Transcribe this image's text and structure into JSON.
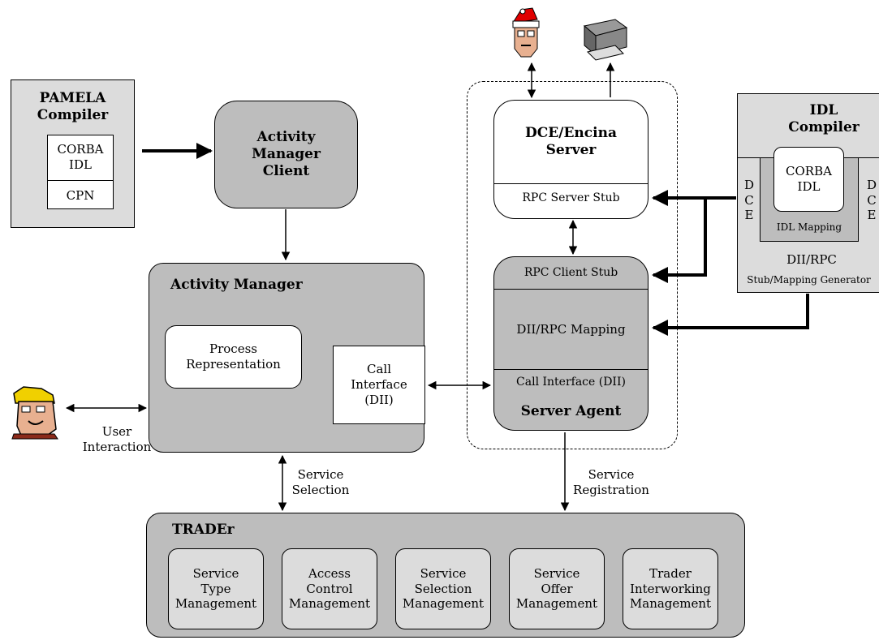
{
  "pamela": {
    "title": "PAMELA\nCompiler",
    "corba_idl": "CORBA\nIDL",
    "cpn": "CPN"
  },
  "am_client": {
    "title": "Activity\nManager\nClient"
  },
  "activity_manager": {
    "title": "Activity Manager",
    "process": "Process\nRepresentation",
    "call_interface": "Call\nInterface\n(DII)"
  },
  "user": {
    "label": "User\nInteraction"
  },
  "dce_server": {
    "title": "DCE/Encina\nServer",
    "stub": "RPC Server Stub"
  },
  "server_agent": {
    "client_stub": "RPC Client Stub",
    "mapping": "DII/RPC Mapping",
    "call_interface": "Call Interface (DII)",
    "title": "Server Agent"
  },
  "idl_compiler": {
    "title": "IDL\nCompiler",
    "dce_left": "D\nC\nE",
    "dce_right": "D\nC\nE",
    "corba_idl": "CORBA\nIDL",
    "idl_mapping": "IDL Mapping",
    "dii_rpc": "DII/RPC",
    "generator": "Stub/Mapping Generator"
  },
  "labels": {
    "service_selection": "Service\nSelection",
    "service_registration": "Service\nRegistration"
  },
  "trader": {
    "title": "TRADEr",
    "modules": [
      "Service\nType\nManagement",
      "Access\nControl\nManagement",
      "Service\nSelection\nManagement",
      "Service\nOffer\nManagement",
      "Trader\nInterworking\nManagement"
    ]
  }
}
